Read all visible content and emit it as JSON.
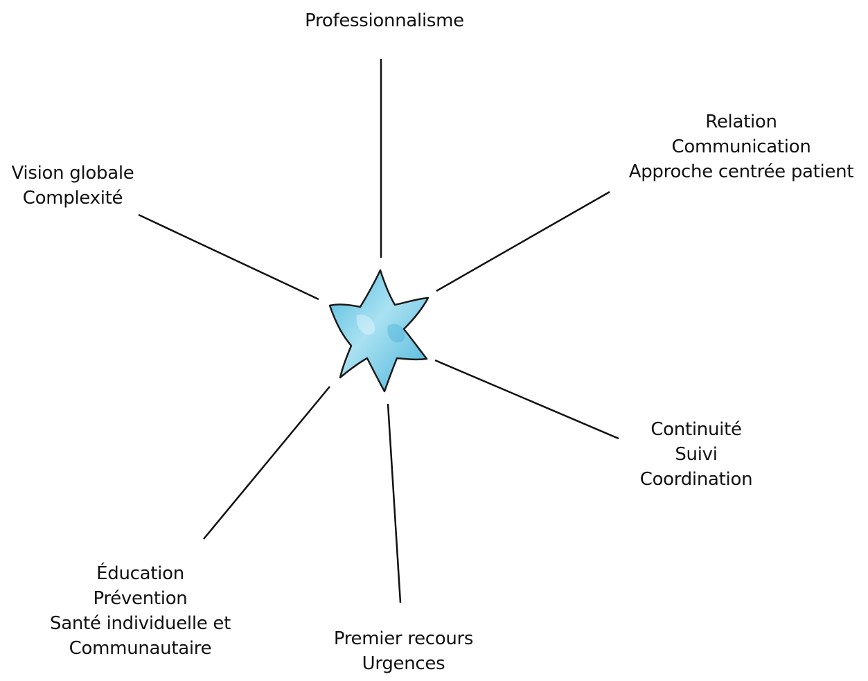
{
  "diagram": {
    "center_symbol": "six-pointed-star",
    "colors": {
      "star_fill": "#6cc7e4",
      "star_highlight": "#a9e1f1",
      "star_stroke": "#1a1a1a",
      "line": "#111111",
      "text": "#111111"
    },
    "branches": [
      {
        "id": "professionnalisme",
        "lines": [
          "Professionnalisme"
        ]
      },
      {
        "id": "relation",
        "lines": [
          "Relation",
          "Communication",
          "Approche centrée patient"
        ]
      },
      {
        "id": "continuite",
        "lines": [
          "Continuité",
          "Suivi",
          "Coordination"
        ]
      },
      {
        "id": "premier-recours",
        "lines": [
          "Premier recours",
          "Urgences"
        ]
      },
      {
        "id": "education",
        "lines": [
          "Éducation",
          "Prévention",
          "Santé individuelle et",
          "Communautaire"
        ]
      },
      {
        "id": "vision",
        "lines": [
          "Vision globale",
          "Complexité"
        ]
      }
    ]
  }
}
